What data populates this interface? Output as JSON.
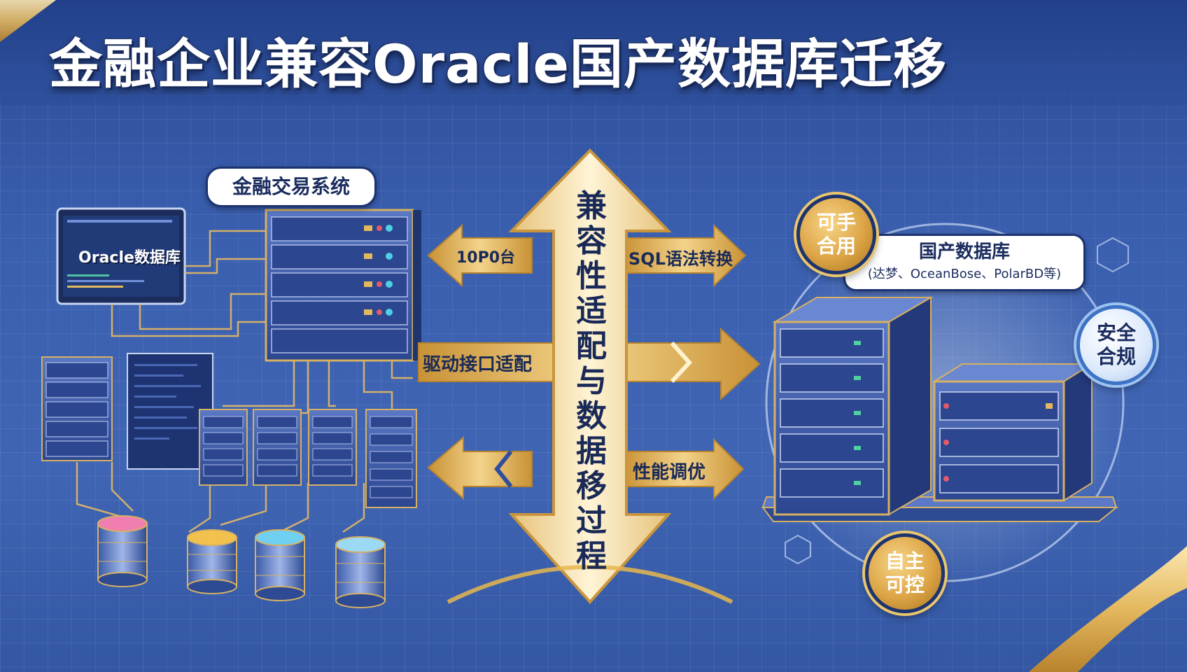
{
  "title": "金融企业兼容Oracle国产数据库迁移",
  "left": {
    "system_label": "金融交易系统",
    "oracle_label": "Oracle数据库"
  },
  "center": {
    "vertical_text": [
      "兼",
      "容",
      "性",
      "适",
      "配",
      "与",
      "数",
      "据",
      "移",
      "过",
      "程"
    ],
    "arrows": {
      "top_left": "10Ρ0台",
      "top_right": "SQL语法转换",
      "middle_left": "驱动接口适配",
      "bottom_right": "性能调优"
    }
  },
  "right": {
    "title": "国产数据库",
    "subtitle": "(达梦、OceanBose、PolarBD等)",
    "badges": {
      "available": [
        "可手",
        "合用"
      ],
      "secure": [
        "安全",
        "合规"
      ],
      "controllable": [
        "自主",
        "可控"
      ]
    }
  },
  "colors": {
    "background": "#3a5faf",
    "gold": "#dca445",
    "navy": "#1b2c5e",
    "panel": "#3c5ba8"
  }
}
